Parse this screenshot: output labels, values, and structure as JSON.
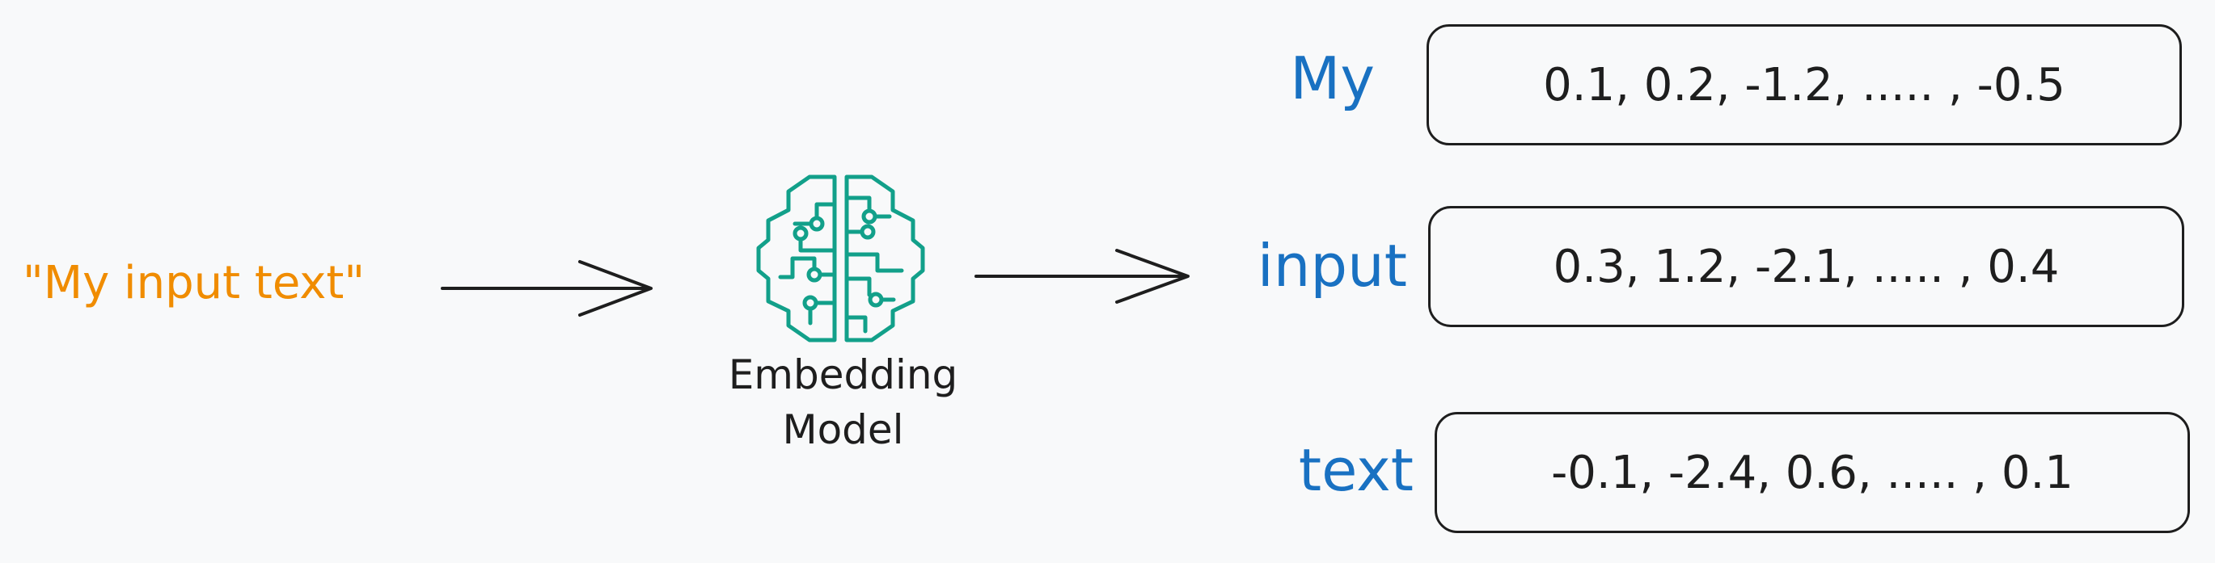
{
  "input": {
    "text": "\"My input text\""
  },
  "model": {
    "icon": "brain-circuit-icon",
    "label_line1": "Embedding",
    "label_line2": "Model"
  },
  "embeddings": [
    {
      "token": "My",
      "vector": "0.1, 0.2, -1.2, ..... , -0.5"
    },
    {
      "token": "input",
      "vector": "0.3, 1.2, -2.1, ..... , 0.4"
    },
    {
      "token": "text",
      "vector": "-0.1, -2.4, 0.6, ..... , 0.1"
    }
  ],
  "colors": {
    "input_text": "#f08c00",
    "token_text": "#1971c2",
    "model_icon": "#12a08a",
    "stroke": "#1e1e1e",
    "background": "#f8f9fa"
  }
}
